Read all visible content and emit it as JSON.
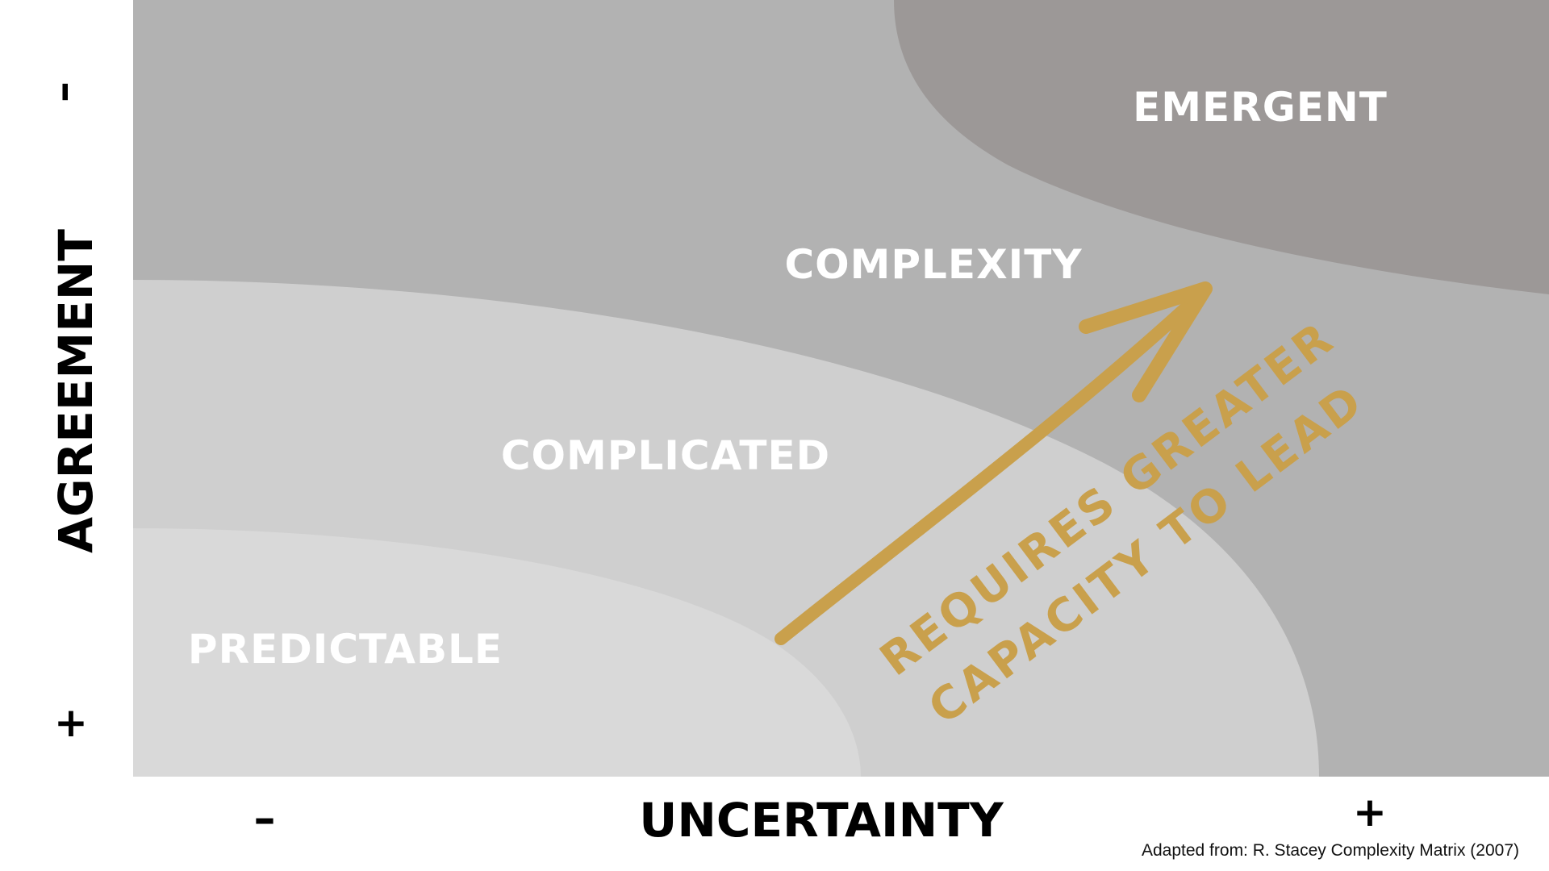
{
  "regions": {
    "emergent": "EMERGENT",
    "complexity": "COMPLEXITY",
    "complicated": "COMPLICATED",
    "predictable": "PREDICTABLE"
  },
  "y_axis": {
    "title": "AGREEMENT",
    "top_sign": "–",
    "bottom_sign": "+"
  },
  "x_axis": {
    "title": "UNCERTAINTY",
    "left_sign": "–",
    "right_sign": "+"
  },
  "arrow_text": {
    "line1": "REQUIRES GREATER",
    "line2": "CAPACITY TO LEAD"
  },
  "credit": "Adapted from: R. Stacey Complexity Matrix (2007)",
  "colors": {
    "background": "#ffffff",
    "complexity_zone": "#b2b2b2",
    "emergent_zone": "#9c9897",
    "complicated_zone": "#cfcfcf",
    "predictable_zone": "#d9d9d9",
    "arrow": "#c9a04c",
    "region_text": "#ffffff",
    "axis_text": "#000000"
  }
}
